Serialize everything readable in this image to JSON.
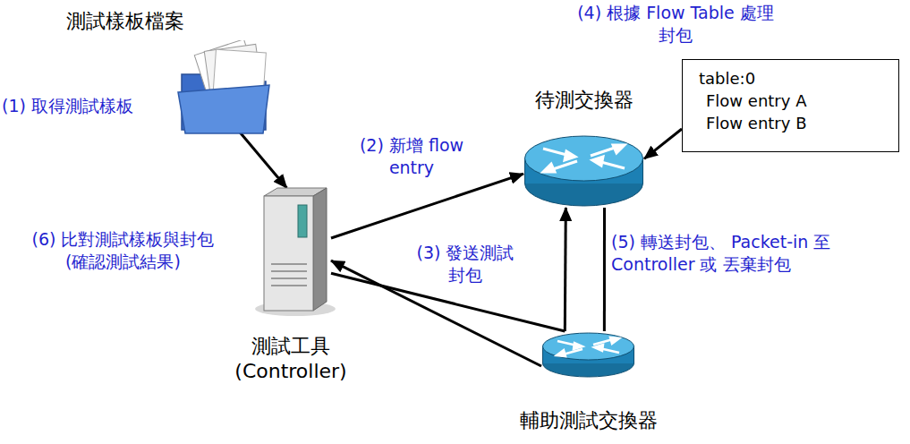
{
  "diagram": {
    "nodes": [
      {
        "text": [
          "測試樣板檔案"
        ]
      },
      {
        "text": [
          "測試工具 (Controller)"
        ]
      },
      {
        "text": [
          "待測交換器"
        ]
      },
      {
        "text": [
          "table:0",
          "Flow entry A",
          "Flow entry B"
        ]
      },
      {
        "text": [
          "輔助測試交換器"
        ]
      }
    ],
    "edges": [
      {
        "from": 0,
        "to": 1,
        "arrow": "to"
      },
      {
        "from": 3,
        "to": 2,
        "arrow": "to"
      },
      {
        "from": 1,
        "to": 2,
        "arrow": "to"
      },
      {
        "from": 1,
        "to": 4,
        "arrow": "none"
      },
      {
        "from": 4,
        "to": 2,
        "arrow": "to"
      },
      {
        "from": 2,
        "to": 4,
        "arrow": "none"
      },
      {
        "from": 4,
        "to": 1,
        "arrow": "to"
      }
    ],
    "labels": [
      "(1) 取得測試樣板",
      "(2) 新增 flow entry",
      "(3) 發送測試 封包",
      "(4) 根據 Flow Table 處理封包",
      "(5) 轉送封包、 Packet-in 至 Controller 或 丟棄封包",
      "(6) 比對測試樣板與封包 (確認測試結果)"
    ]
  }
}
